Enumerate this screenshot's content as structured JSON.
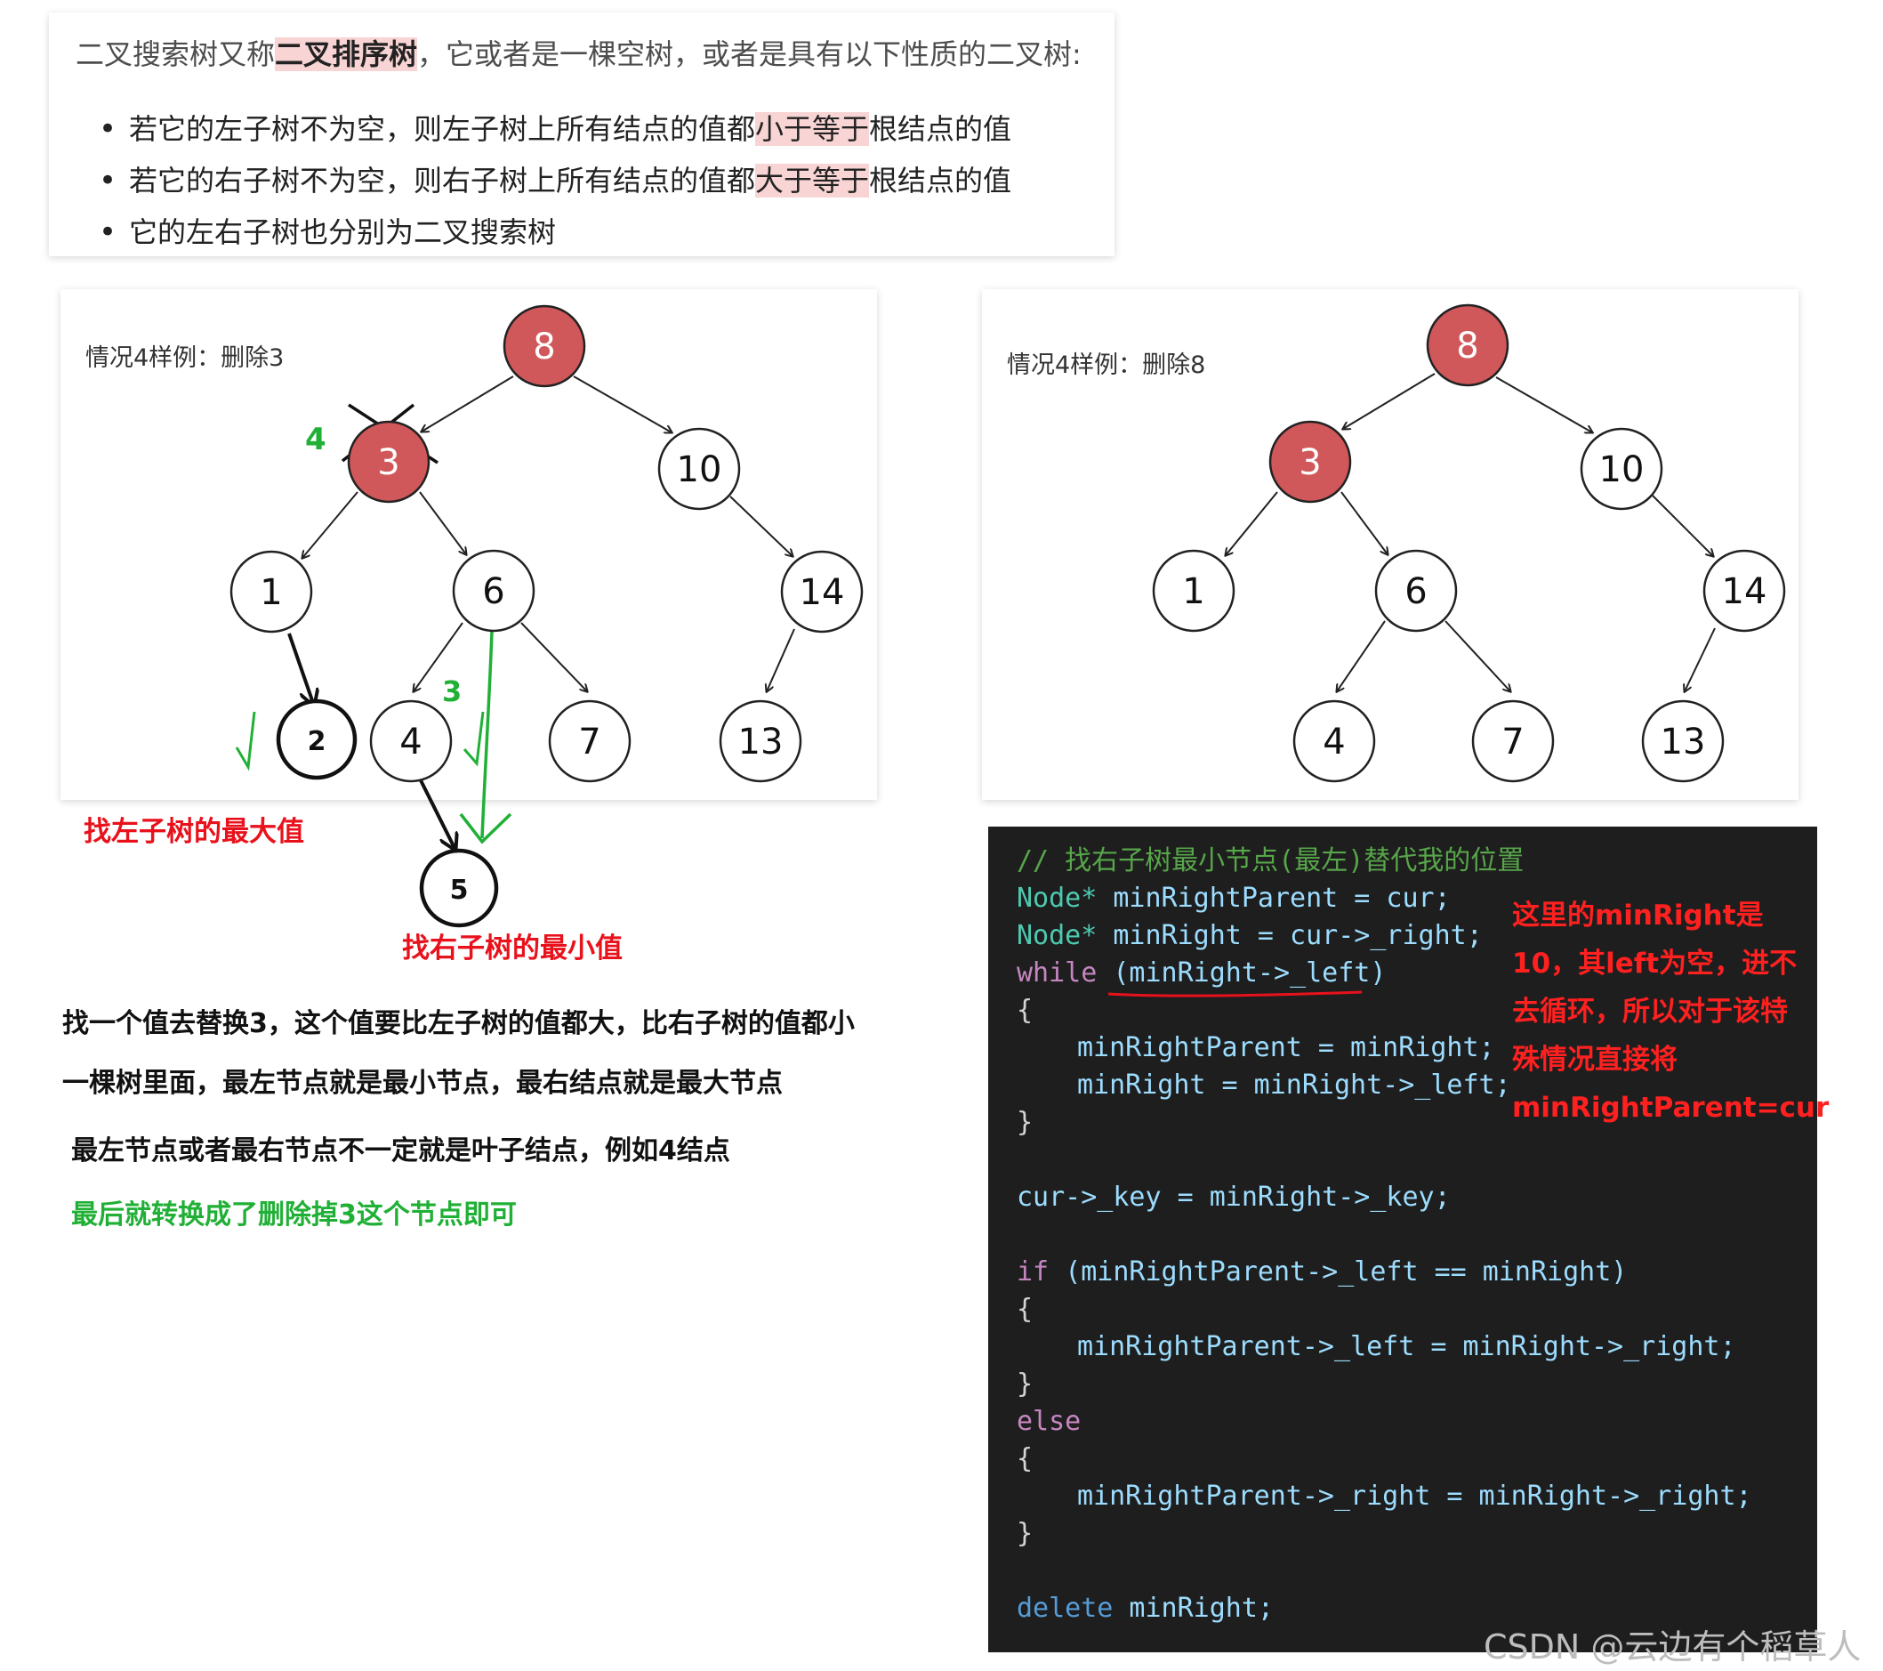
{
  "definition": {
    "intro_prefix": "二叉搜索树又称",
    "intro_highlight": "二叉排序树",
    "intro_suffix": "，它或者是一棵空树，或者是具有以下性质的二叉树:",
    "items": [
      {
        "prefix": "若它的左子树不为空，则左子树上所有结点的值都",
        "highlight": "小于等于",
        "suffix": "根结点的值"
      },
      {
        "prefix": "若它的右子树不为空，则右子树上所有结点的值都",
        "highlight": "大于等于",
        "suffix": "根结点的值"
      },
      {
        "prefix": "它的左右子树也分别为二叉搜索树",
        "highlight": "",
        "suffix": ""
      }
    ]
  },
  "tree1": {
    "label": "情况4样例：删除3",
    "nodes": [
      "8",
      "3",
      "10",
      "1",
      "6",
      "14",
      "2",
      "4",
      "7",
      "13",
      "5"
    ],
    "red_nodes": [
      "8",
      "3"
    ],
    "marks": {
      "replace_value": "4",
      "step": "3"
    }
  },
  "tree2": {
    "label": "情况4样例：删除8",
    "nodes": [
      "8",
      "3",
      "10",
      "1",
      "6",
      "14",
      "4",
      "7",
      "13"
    ],
    "red_nodes": [
      "8",
      "3"
    ]
  },
  "notes": {
    "find_left_max": "找左子树的最大值",
    "find_right_min": "找右子树的最小值",
    "line1": "找一个值去替换3，这个值要比左子树的值都大，比右子树的值都小",
    "line2": "一棵树里面，最左节点就是最小节点，最右结点就是最大节点",
    "line3": "最左节点或者最右节点不一定就是叶子结点，例如4结点",
    "line4": "最后就转换成了删除掉3这个节点即可"
  },
  "code": {
    "comment": "// 找右子树最小节点(最左)替代我的位置",
    "l1_type": "Node*",
    "l1_rest": " minRightParent = cur;",
    "l2_type": "Node*",
    "l2_rest": " minRight = cur->_right;",
    "l3_kw": "while",
    "l3_cond": "(minRight->_left)",
    "open_brace": "{",
    "close_brace": "}",
    "l5": "minRightParent = minRight;",
    "l6": "minRight = minRight->_left;",
    "l8": "cur->_key = minRight->_key;",
    "l9_kw": "if",
    "l9_cond": "(minRightParent->_left == minRight)",
    "l11": "minRightParent->_left = minRight->_right;",
    "l13_kw": "else",
    "l15": "minRightParent->_right = minRight->_right;",
    "l17_kw": "delete",
    "l17_rest": " minRight;"
  },
  "code_note": [
    "这里的minRight是",
    "10，其left为空，进不",
    "去循环，所以对于该特",
    "殊情况直接将",
    "minRightParent=cur"
  ],
  "watermark": "CSDN @云边有个稻草人",
  "colors": {
    "node_red": "#d0585a",
    "annotation_green": "#20b036",
    "annotation_red": "#e8121c",
    "code_bg": "#1e1e1e"
  }
}
